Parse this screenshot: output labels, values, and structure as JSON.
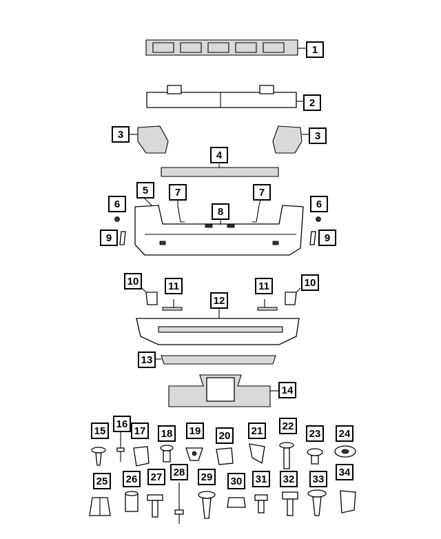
{
  "callouts": [
    "1",
    "2",
    "3",
    "3",
    "4",
    "5",
    "6",
    "6",
    "7",
    "7",
    "8",
    "9",
    "9",
    "10",
    "10",
    "11",
    "11",
    "12",
    "13",
    "14",
    "15",
    "16",
    "17",
    "18",
    "19",
    "20",
    "21",
    "22",
    "23",
    "24",
    "25",
    "26",
    "27",
    "28",
    "29",
    "30",
    "31",
    "32",
    "33",
    "34"
  ]
}
